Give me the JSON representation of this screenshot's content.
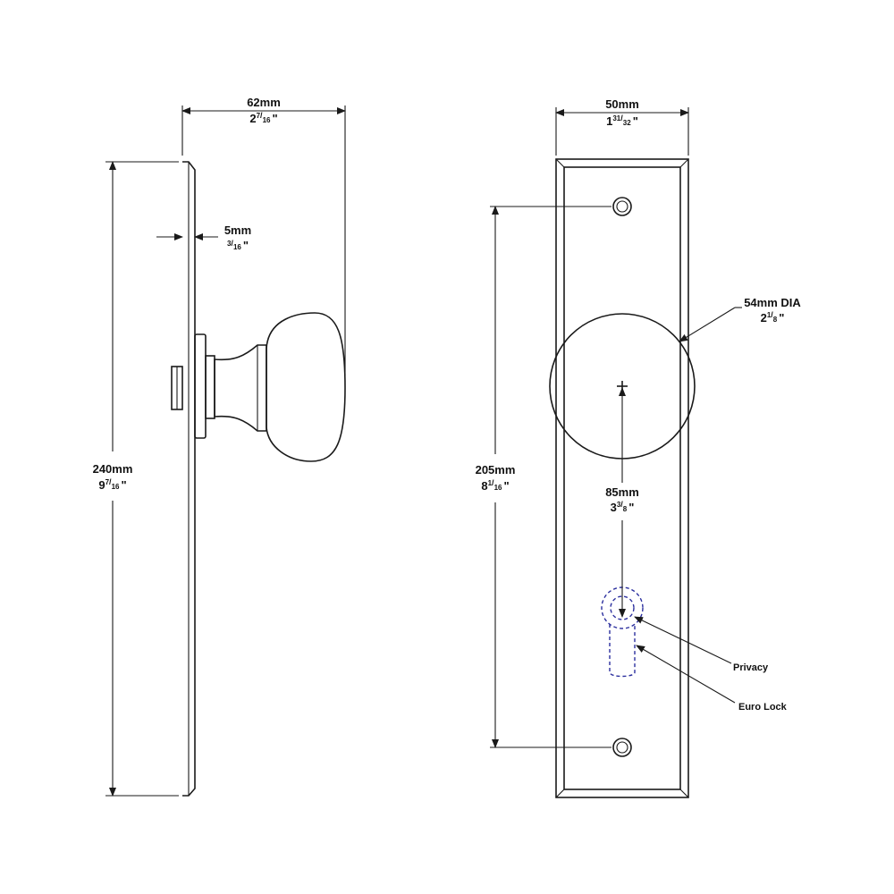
{
  "dims": {
    "width_side": {
      "mm": "62mm",
      "whole": "2",
      "num": "7",
      "den": "16",
      "unit": "\""
    },
    "thickness": {
      "mm": "5mm",
      "whole": "",
      "num": "3",
      "den": "16",
      "unit": "\""
    },
    "height": {
      "mm": "240mm",
      "whole": "9",
      "num": "7",
      "den": "16",
      "unit": "\""
    },
    "width_front": {
      "mm": "50mm",
      "whole": "1",
      "num": "31",
      "den": "32",
      "unit": "\""
    },
    "knob_dia": {
      "mm": "54mm DIA",
      "whole": "2",
      "num": "1",
      "den": "8",
      "unit": "\""
    },
    "hole_spacing": {
      "mm": "205mm",
      "whole": "8",
      "num": "1",
      "den": "16",
      "unit": "\""
    },
    "backset": {
      "mm": "85mm",
      "whole": "3",
      "num": "3",
      "den": "8",
      "unit": "\""
    }
  },
  "callouts": {
    "privacy": "Privacy",
    "euro_lock": "Euro Lock"
  },
  "colors": {
    "line": "#1a1a1a",
    "cutout_dashed": "#2b2f9e"
  }
}
